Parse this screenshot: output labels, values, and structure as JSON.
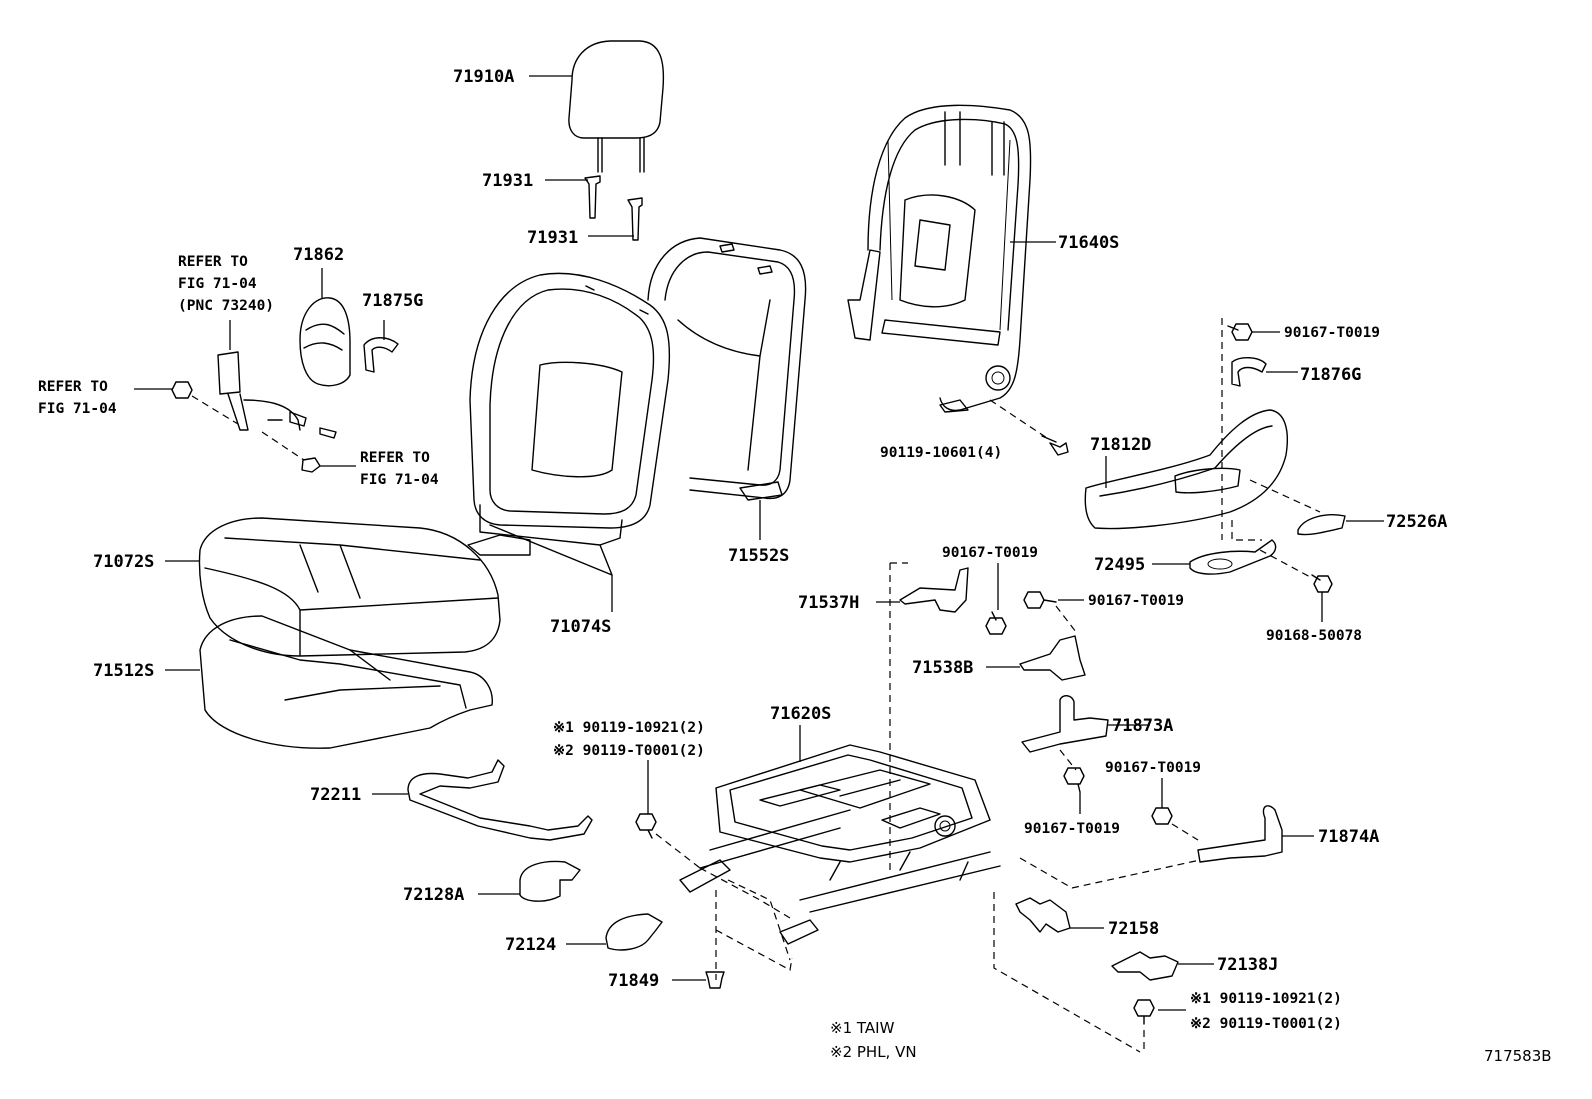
{
  "labels": {
    "p71910A": "71910A",
    "p71931a": "71931",
    "p71931b": "71931",
    "p71640S": "71640S",
    "p71862": "71862",
    "p71875G": "71875G",
    "p71072S": "71072S",
    "p71512S": "71512S",
    "p71074S": "71074S",
    "p71552S": "71552S",
    "p90167a": "90167-T0019",
    "p71876G": "71876G",
    "p90119_10601": "90119-10601(4)",
    "p71812D": "71812D",
    "p72526A": "72526A",
    "p72495": "72495",
    "p90168": "90168-50078",
    "p90167b": "90167-T0019",
    "p90167c": "90167-T0019",
    "p71537H": "71537H",
    "p71538B": "71538B",
    "p71620S": "71620S",
    "p71873A": "71873A",
    "p90167d": "90167-T0019",
    "p90167e": "90167-T0019",
    "p71874A": "71874A",
    "p72211": "72211",
    "p72128A": "72128A",
    "p72124": "72124",
    "p71849": "71849",
    "p72158": "72158",
    "p72138J": "72138J"
  },
  "refs": {
    "ref1_line1": "REFER TO",
    "ref1_line2": "FIG 71-04",
    "ref1_line3": "(PNC 73240)",
    "ref2_line1": "REFER TO",
    "ref2_line2": "FIG 71-04",
    "ref3_line1": "REFER TO",
    "ref3_line2": "FIG 71-04"
  },
  "variants": {
    "left1": "※1 90119-10921(2)",
    "left2": "※2 90119-T0001(2)",
    "right1": "※1 90119-10921(2)",
    "right2": "※2 90119-T0001(2)"
  },
  "legend": {
    "note1": "※1  TAIW",
    "note2": "※2  PHL, VN"
  },
  "figure_id": "717583B"
}
